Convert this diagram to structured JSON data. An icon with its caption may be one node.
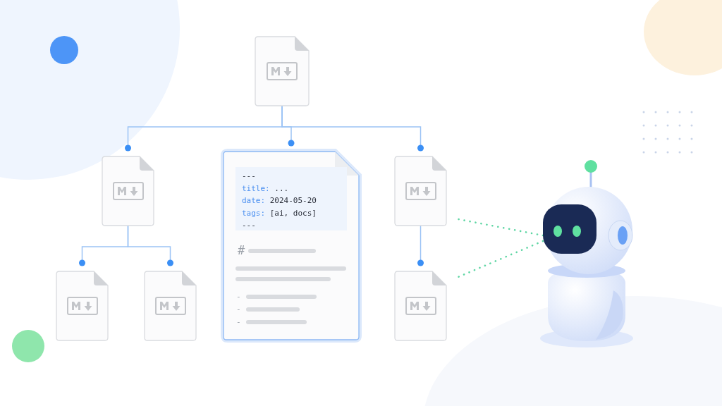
{
  "diagram": {
    "nodes": [
      {
        "text": [],
        "shape": "document"
      },
      {
        "text": [],
        "shape": "document"
      },
      {
        "text": [
          "---",
          "title: ...",
          "date: 2024-05-20",
          "tags: [ai, docs]",
          "---",
          "#",
          "-",
          "-",
          "-"
        ]
      },
      {
        "text": [],
        "shape": "document"
      },
      {
        "text": [],
        "shape": "document"
      },
      {
        "text": [],
        "shape": "document"
      },
      {
        "text": [],
        "shape": "document"
      },
      {
        "text": [],
        "shape": "picture"
      }
    ],
    "edges": [
      {
        "from": 0,
        "to": 1,
        "arrow": "other"
      },
      {
        "from": 0,
        "to": 2,
        "arrow": "other"
      },
      {
        "from": 0,
        "to": 3,
        "arrow": "other"
      },
      {
        "from": 1,
        "to": 4,
        "arrow": "other"
      },
      {
        "from": 1,
        "to": 5,
        "arrow": "other"
      },
      {
        "from": 3,
        "to": 6,
        "arrow": "other"
      },
      {
        "from": 7,
        "to": 3,
        "arrow": "none",
        "style": "dashed",
        "color": "#5fd6a4"
      },
      {
        "from": 7,
        "to": 6,
        "arrow": "none",
        "style": "dashed",
        "color": "#5fd6a4"
      }
    ]
  }
}
